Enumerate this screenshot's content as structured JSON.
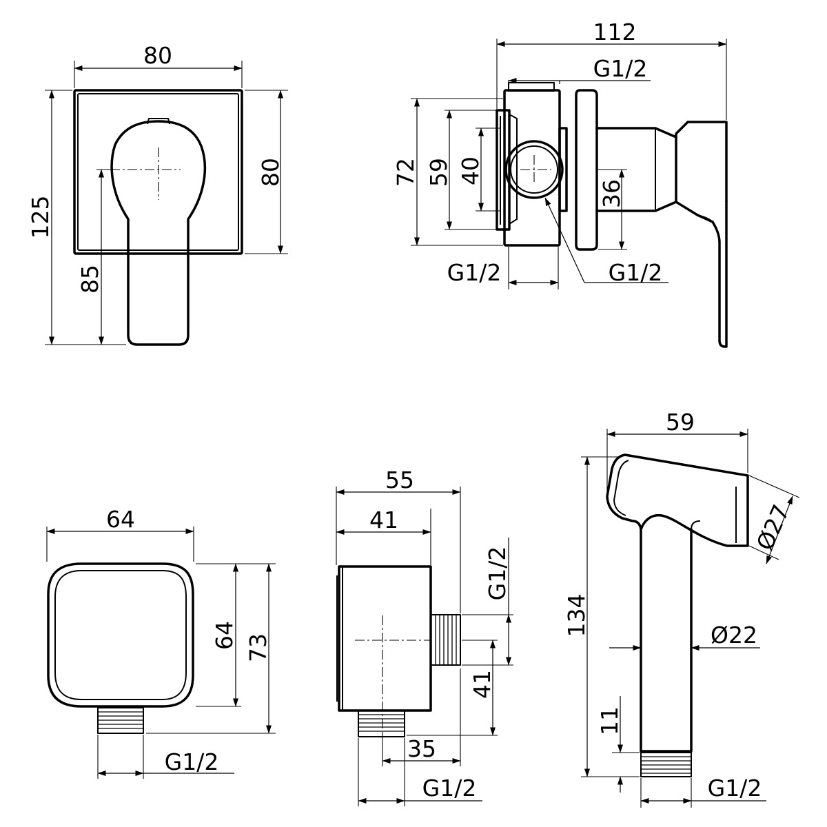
{
  "colors": {
    "line": "#000000",
    "background": "#ffffff"
  },
  "views": {
    "mixer_front": {
      "width": "80",
      "height_plate": "80",
      "height_total": "125",
      "handle_axis": "85"
    },
    "mixer_side": {
      "depth_total": "112",
      "thread_top": "G1/2",
      "body_height": "72",
      "flange": "59",
      "inner": "40",
      "outlet_diameter": "36",
      "thread_bottom_left": "G1/2",
      "thread_outlet": "G1/2"
    },
    "elbow_front": {
      "width": "64",
      "inner_height": "64",
      "total_height": "73",
      "thread": "G1/2"
    },
    "elbow_side": {
      "depth_total": "55",
      "body_depth": "41",
      "thread_side": "G1/2",
      "axis_height": "41",
      "outlet_offset": "35",
      "thread_bottom": "G1/2"
    },
    "shower_head": {
      "head_width": "59",
      "head_diameter": "Ø27",
      "length": "134",
      "handle_diameter": "Ø22",
      "thread_length": "11",
      "thread": "G1/2"
    }
  }
}
